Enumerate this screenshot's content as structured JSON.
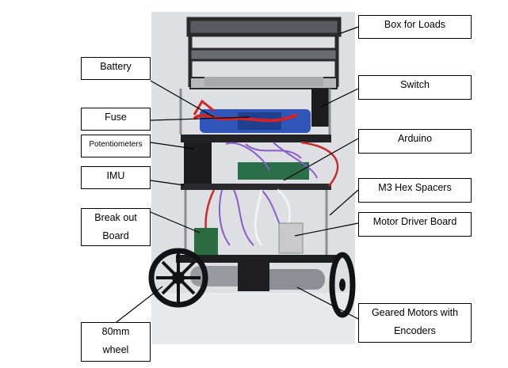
{
  "labels": {
    "battery": "Battery",
    "fuse": "Fuse",
    "potentiometers": "Potentiometers",
    "imu": "IMU",
    "breakout_line1": "Break out",
    "breakout_line2": "Board",
    "wheel_line1": "80mm",
    "wheel_line2": "wheel",
    "box_for_loads": "Box for Loads",
    "switch": "Switch",
    "arduino": "Arduino",
    "hex_spacers": "M3 Hex Spacers",
    "motor_driver": "Motor Driver Board",
    "motors_line1": "Geared Motors with",
    "motors_line2": "Encoders"
  },
  "colors": {
    "background": "#ffffff",
    "photo_background": "#dedfe3",
    "frame": "#1b1b1e",
    "battery_blue": "#2f56b8",
    "wire_red": "#d42323",
    "label_border": "#000000"
  }
}
